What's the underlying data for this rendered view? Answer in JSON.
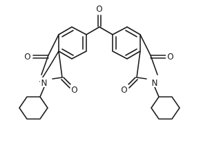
{
  "molecule": {
    "atoms": [
      {
        "id": "O-carbonyl",
        "symbol": "O"
      },
      {
        "id": "O-left-top",
        "symbol": "O"
      },
      {
        "id": "N-left",
        "symbol": "N"
      },
      {
        "id": "O-left-bottom",
        "symbol": "O"
      },
      {
        "id": "O-right-top",
        "symbol": "O"
      },
      {
        "id": "N-right",
        "symbol": "N"
      },
      {
        "id": "O-right-bottom",
        "symbol": "O"
      }
    ]
  },
  "colors": {
    "bond": "#1a1a1a",
    "background": "#ffffff"
  }
}
